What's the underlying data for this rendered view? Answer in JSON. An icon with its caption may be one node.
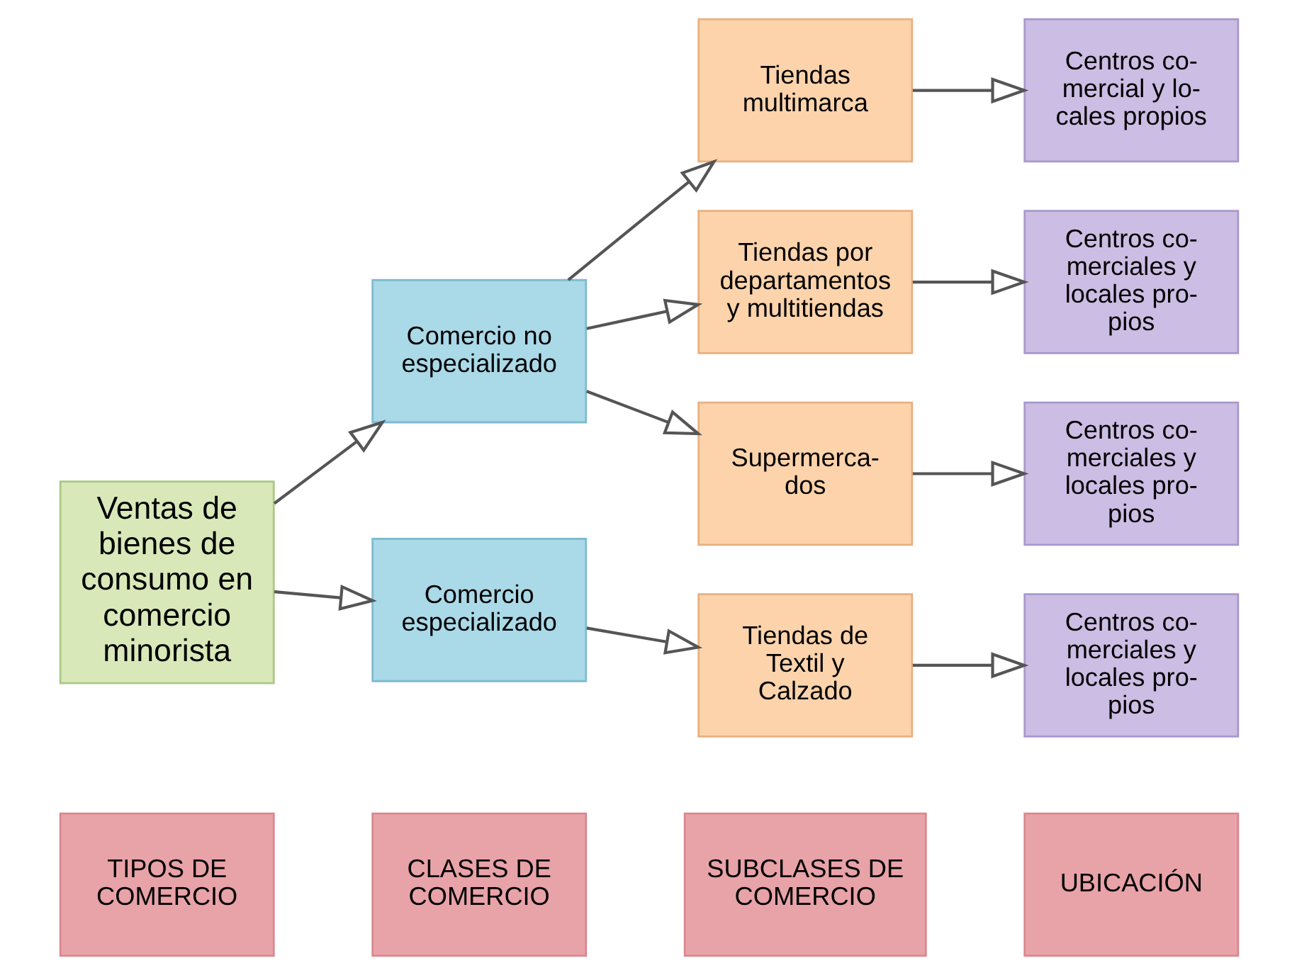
{
  "diagram": {
    "nodes": [
      {
        "text": [
          "TIPOS DE COMERCIO"
        ]
      },
      {
        "text": [
          "CLASES DE COMERCIO"
        ]
      },
      {
        "text": [
          "SUBCLASES DE COMERCIO"
        ]
      },
      {
        "text": [
          "UBICACIÓN"
        ]
      },
      {
        "text": [
          "Ventas de bienes de consumo en comercio minorista"
        ]
      },
      {
        "text": [
          "Comercio no especializado"
        ]
      },
      {
        "text": [
          "Comercio especializado"
        ]
      },
      {
        "text": [
          "Tiendas multimarca"
        ]
      },
      {
        "text": [
          "Tiendas por departamentos y multitiendas"
        ]
      },
      {
        "text": [
          "Supermerca- dos"
        ]
      },
      {
        "text": [
          "Tiendas de Textil y Calzado"
        ]
      },
      {
        "text": [
          "Centros co- mercial y lo- cales propios"
        ]
      },
      {
        "text": [
          "Centros co- merciales y locales pro- pios"
        ]
      },
      {
        "text": [
          "Centros co- merciales y locales pro- pios"
        ]
      },
      {
        "text": [
          "Centros co- merciales y locales pro- pios"
        ]
      }
    ],
    "edges": [
      {
        "from": 4,
        "to": 5,
        "arrow": "to"
      },
      {
        "from": 4,
        "to": 6,
        "arrow": "to"
      },
      {
        "from": 5,
        "to": 7,
        "arrow": "to"
      },
      {
        "from": 5,
        "to": 8,
        "arrow": "to"
      },
      {
        "from": 5,
        "to": 9,
        "arrow": "to"
      },
      {
        "from": 6,
        "to": 10,
        "arrow": "to"
      },
      {
        "from": 7,
        "to": 11,
        "arrow": "to"
      },
      {
        "from": 8,
        "to": 12,
        "arrow": "to"
      },
      {
        "from": 9,
        "to": 13,
        "arrow": "to"
      },
      {
        "from": 10,
        "to": 14,
        "arrow": "to"
      }
    ]
  }
}
